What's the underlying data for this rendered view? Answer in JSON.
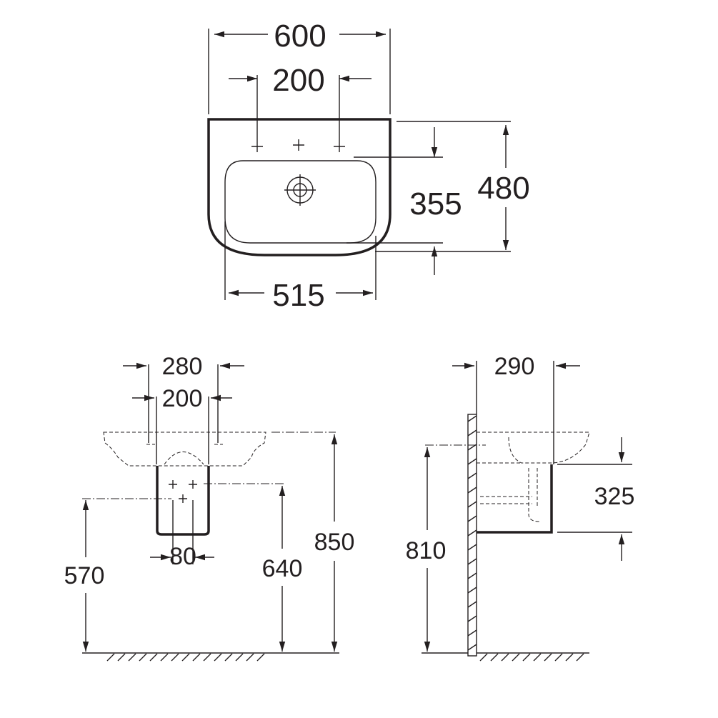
{
  "top_view": {
    "overall_width": "600",
    "tap_hole_spacing": "200",
    "basin_depth": "355",
    "overall_depth": "480",
    "bottom_width": "515"
  },
  "front_view": {
    "pedestal_width": "280",
    "tap_hole_spacing": "200",
    "waste_spacing": "80",
    "pipe_height": "570",
    "pedestal_bottom_height": "640",
    "rim_height": "850"
  },
  "side_view": {
    "projection": "290",
    "pedestal_height": "325",
    "fixing_height": "810"
  }
}
